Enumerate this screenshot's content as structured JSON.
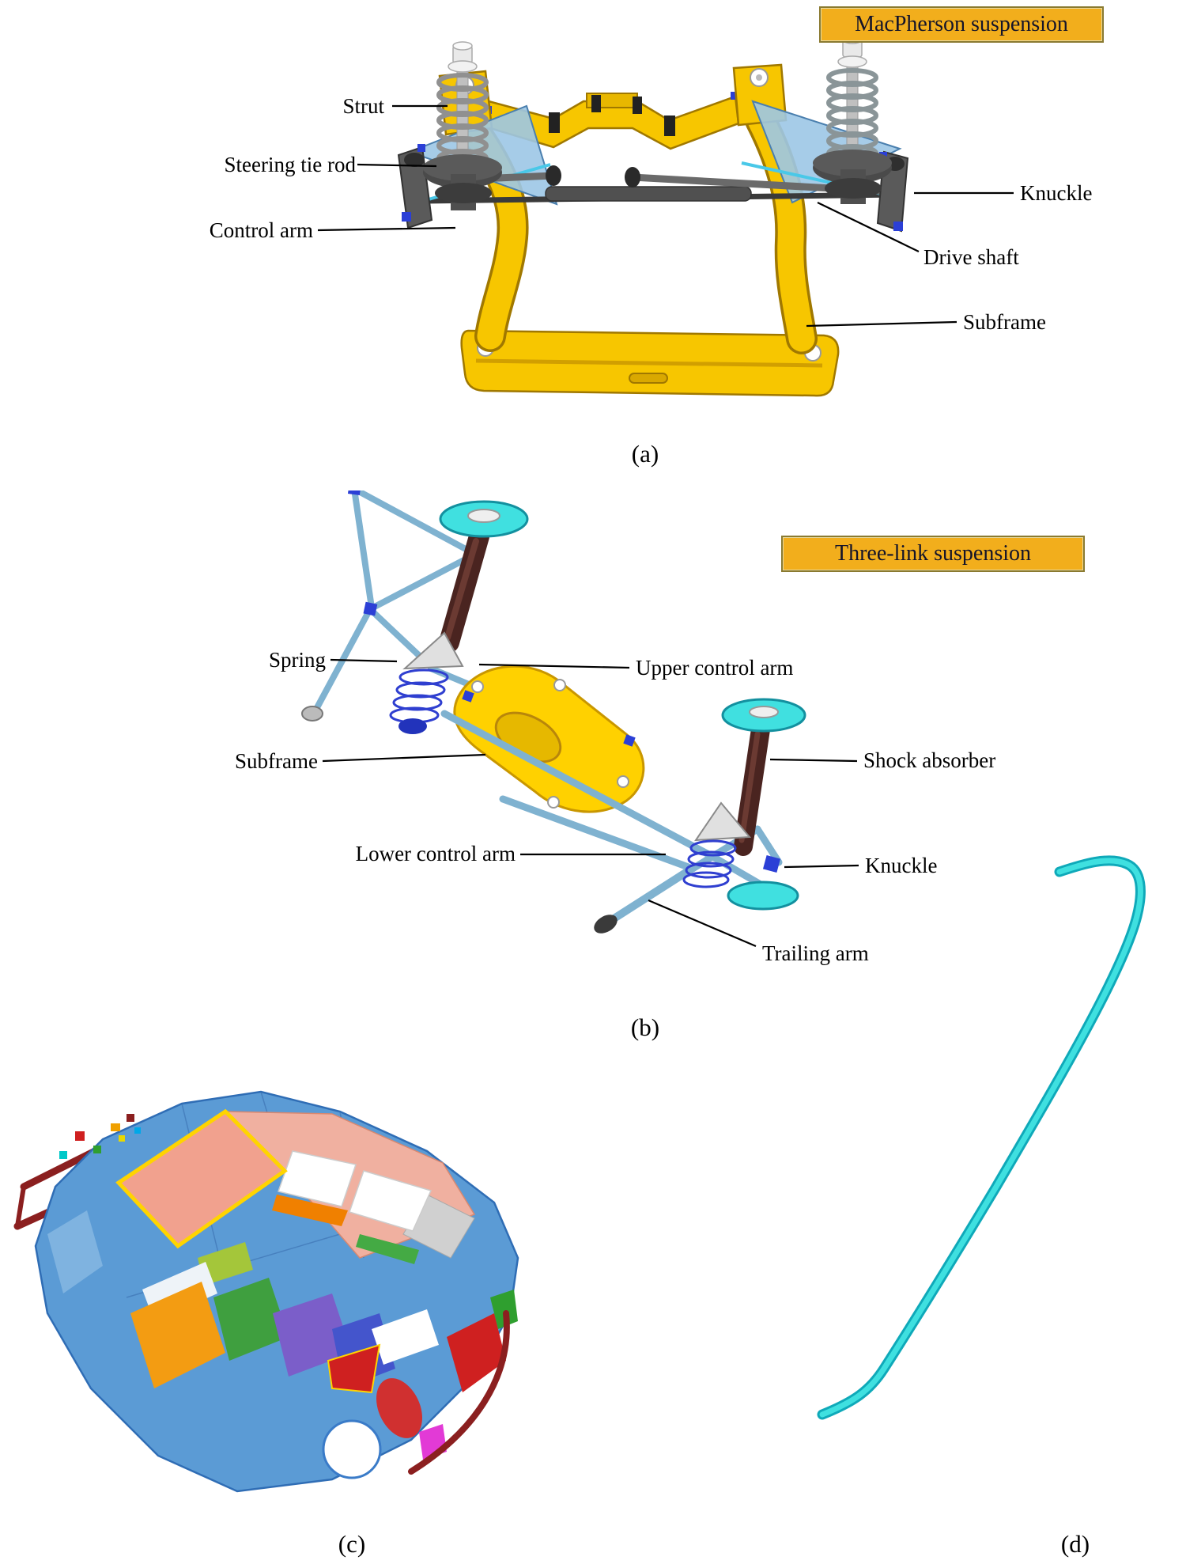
{
  "panel_a": {
    "tag": "(a)",
    "title_box": "MacPherson suspension",
    "labels": {
      "strut": "Strut",
      "steering_tie_rod": "Steering tie rod",
      "control_arm": "Control arm",
      "knuckle": "Knuckle",
      "drive_shaft": "Drive shaft",
      "subframe": "Subframe"
    }
  },
  "panel_b": {
    "tag": "(b)",
    "title_box": "Three-link suspension",
    "labels": {
      "spring": "Spring",
      "upper_control_arm": "Upper control arm",
      "subframe": "Subframe",
      "shock_absorber": "Shock absorber",
      "lower_control_arm": "Lower control arm",
      "knuckle": "Knuckle",
      "trailing_arm": "Trailing arm"
    }
  },
  "panel_c": {
    "tag": "(c)"
  },
  "panel_d": {
    "tag": "(d)"
  },
  "colors": {
    "title_box_bg": "#F2AE1C",
    "subframe_yellow": "#F7C600",
    "strut_gray": "#909090",
    "control_arm_panel_blue": "#9CC6E6",
    "shock_rod_brown": "#4A2420",
    "top_mount_cyan": "#40E0E0",
    "coil_spring_blue": "#2F3FD0",
    "car_body_blue": "#5B9BD5",
    "windshield_salmon": "#F1A18E",
    "stabilizer_bar_cyan": "#2ED3D3"
  }
}
